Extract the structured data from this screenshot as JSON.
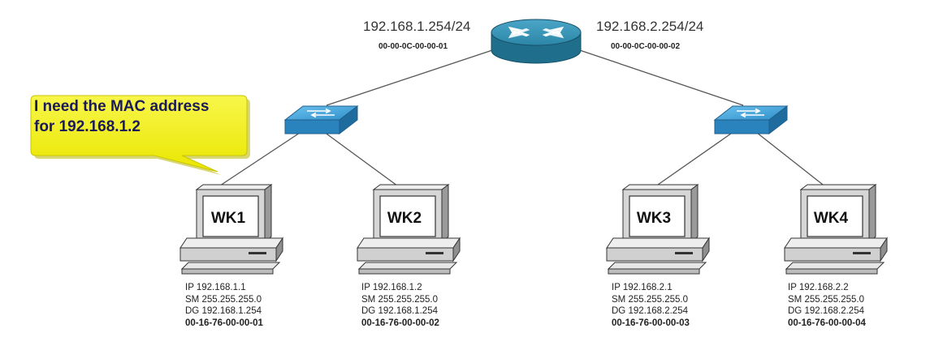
{
  "router": {
    "left_ip": "192.168.1.254/24",
    "left_mac": "00-00-0C-00-00-01",
    "right_ip": "192.168.2.254/24",
    "right_mac": "00-00-0C-00-00-02"
  },
  "callout": {
    "line1": "I need the MAC address",
    "line2": "for 192.168.1.2"
  },
  "colors": {
    "router_fill": "#2c86a6",
    "switch_fill": "#3ea0d6",
    "callout_fill": "#f4f20a",
    "pc_fill": "#d8d8d8"
  },
  "workstations": [
    {
      "name": "WK1",
      "ip": "IP 192.168.1.1",
      "sm": "SM 255.255.255.0",
      "dg": "DG 192.168.1.254",
      "mac": "00-16-76-00-00-01"
    },
    {
      "name": "WK2",
      "ip": "IP 192.168.1.2",
      "sm": "SM 255.255.255.0",
      "dg": "DG 192.168.1.254",
      "mac": "00-16-76-00-00-02"
    },
    {
      "name": "WK3",
      "ip": "IP 192.168.2.1",
      "sm": "SM 255.255.255.0",
      "dg": "DG 192.168.2.254",
      "mac": "00-16-76-00-00-03"
    },
    {
      "name": "WK4",
      "ip": "IP 192.168.2.2",
      "sm": "SM 255.255.255.0",
      "dg": "DG 192.168.2.254",
      "mac": "00-16-76-00-00-04"
    }
  ]
}
